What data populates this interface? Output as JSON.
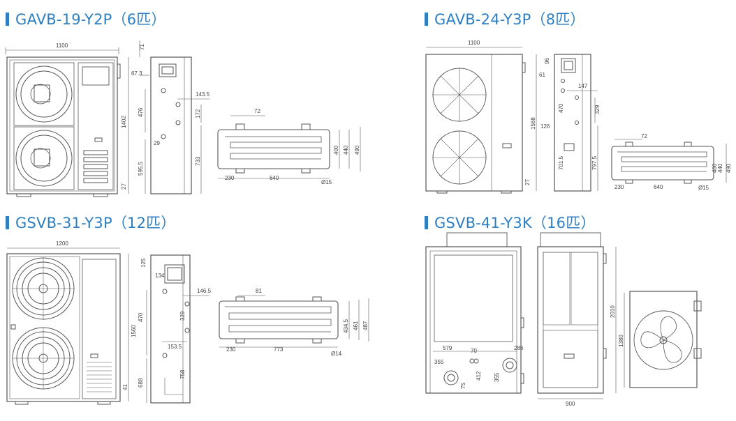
{
  "models": [
    {
      "title": "GAVB-19-Y2P（6匹）"
    },
    {
      "title": "GAVB-24-Y3P（8匹）"
    },
    {
      "title": "GSVB-31-Y3P（12匹）"
    },
    {
      "title": "GSVB-41-Y3K（16匹）"
    }
  ],
  "dims": {
    "m1": {
      "width": "1100",
      "top": "71",
      "h1": "67.3",
      "h2": "143.5",
      "v1": "476",
      "v2": "172",
      "v3": "29",
      "total": "1402",
      "bottom": "595.5",
      "v4": "733",
      "base": "27",
      "c72": "72",
      "c400": "400",
      "c440": "440",
      "c490": "490",
      "c230": "230",
      "c640": "640",
      "d": "Ø15"
    },
    "m2": {
      "width": "1100",
      "top": "96",
      "h1": "61",
      "h2": "147",
      "v1": "470",
      "v2": "329",
      "v3": "126",
      "total": "1568",
      "bottom": "701.5",
      "v4": "797.5",
      "base": "27",
      "c72": "72",
      "c400": "400",
      "c440": "440",
      "c490": "490",
      "c230": "230",
      "c640": "640",
      "d": "Ø15"
    },
    "m3": {
      "width": "1200",
      "top": "125",
      "a": "134",
      "h2": "146.5",
      "v1": "470",
      "v2": "329",
      "h3": "153.5",
      "total": "1560",
      "bottom": "688",
      "v4": "758",
      "base": "41",
      "c81": "81",
      "c4345": "434.5",
      "c461": "461",
      "c487": "487",
      "c230": "230",
      "c773": "773",
      "d": "Ø14"
    },
    "m4": {
      "d579": "579",
      "d70": "70",
      "d286": "286",
      "d355a": "355",
      "d412": "412",
      "d355b": "355",
      "d75": "75",
      "width": "900",
      "total": "2010",
      "panel": "1380"
    }
  }
}
